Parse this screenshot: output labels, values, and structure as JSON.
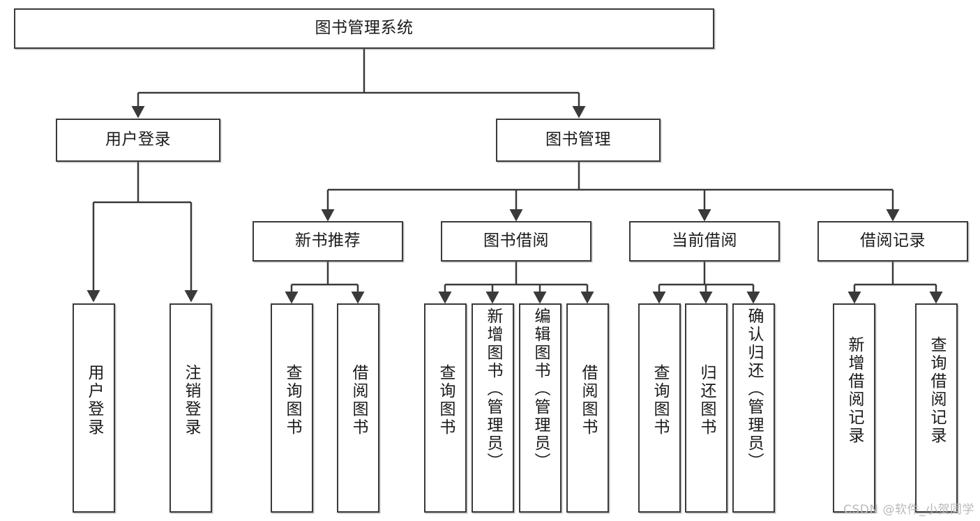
{
  "diagram": {
    "title": "图书管理系统",
    "watermark": "CSDN @软件_小贺同学",
    "colors": {
      "stroke": "#3a3a3a",
      "fill": "#ffffff",
      "text": "#1a1a1a",
      "watermark": "#b9b9b9"
    },
    "nodes": {
      "root": {
        "label": "图书管理系统"
      },
      "level2": [
        {
          "id": "user-login",
          "label": "用户登录"
        },
        {
          "id": "book-management",
          "label": "图书管理"
        }
      ],
      "level3": [
        {
          "id": "new-book-recommend",
          "label": "新书推荐"
        },
        {
          "id": "book-borrow",
          "label": "图书借阅"
        },
        {
          "id": "current-borrow",
          "label": "当前借阅"
        },
        {
          "id": "borrow-record",
          "label": "借阅记录"
        }
      ],
      "leaves": {
        "user-login": [
          {
            "id": "login",
            "label": "用户登录"
          },
          {
            "id": "logout",
            "label": "注销登录"
          }
        ],
        "new-book-recommend": [
          {
            "id": "query-book-1",
            "label": "查询图书"
          },
          {
            "id": "borrow-book-1",
            "label": "借阅图书"
          }
        ],
        "book-borrow": [
          {
            "id": "query-book-2",
            "label": "查询图书"
          },
          {
            "id": "add-book",
            "label": "新增图书（管理员）"
          },
          {
            "id": "edit-book",
            "label": "编辑图书（管理员）"
          },
          {
            "id": "borrow-book-2",
            "label": "借阅图书"
          }
        ],
        "current-borrow": [
          {
            "id": "query-book-3",
            "label": "查询图书"
          },
          {
            "id": "return-book",
            "label": "归还图书"
          },
          {
            "id": "confirm-return",
            "label": "确认归还（管理员）"
          }
        ],
        "borrow-record": [
          {
            "id": "add-record",
            "label": "新增借阅记录"
          },
          {
            "id": "query-record",
            "label": "查询借阅记录"
          }
        ]
      }
    }
  }
}
